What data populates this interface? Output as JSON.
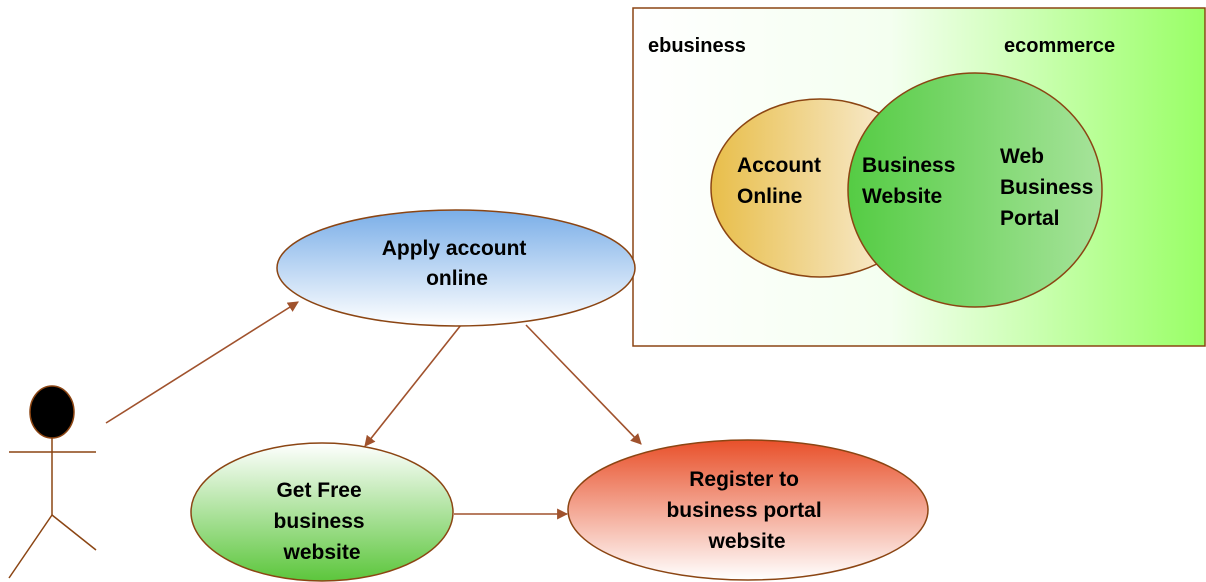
{
  "panel": {
    "left_label": "ebusiness",
    "right_label": "ecommerce",
    "left_circle_lines": [
      "Account",
      "Online"
    ],
    "overlap_lines": [
      "Business",
      "Website"
    ],
    "right_circle_lines": [
      "Web",
      "Business",
      "Portal"
    ]
  },
  "use_cases": {
    "apply": [
      "Apply account",
      "online"
    ],
    "free_site": [
      "Get Free",
      "business",
      "website"
    ],
    "register": [
      "Register to",
      "business portal",
      "website"
    ]
  },
  "colors": {
    "line": "#8B4513",
    "arrow": "#A0522D",
    "panel_gradient_start": "#ffffff",
    "panel_gradient_end": "#99ff66",
    "apply_fill_top": "#7aaee8",
    "free_fill_bottom": "#5cc63c",
    "register_fill_top": "#e8502a",
    "venn_left": "#e8be4a",
    "venn_right": "#55cc44"
  }
}
